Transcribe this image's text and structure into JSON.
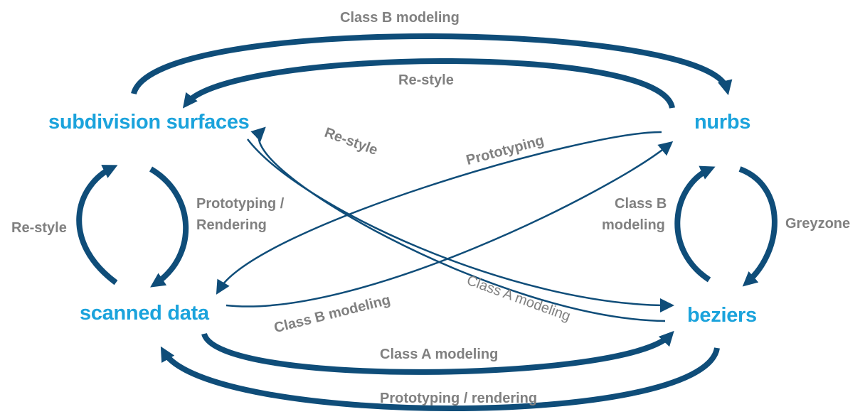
{
  "nodes": {
    "subdivision": "subdivision surfaces",
    "nurbs": "nurbs",
    "scanned": "scanned data",
    "beziers": "beziers"
  },
  "labels": {
    "top_outer": "Class B modeling",
    "top_inner": "Re-style",
    "left_outer": "Re-style",
    "left_inner_1": "Prototyping /",
    "left_inner_2": "Rendering",
    "right_inner_1": "Class B",
    "right_inner_2": "modeling",
    "right_outer": "Greyzone",
    "bottom_inner": "Class A modeling",
    "bottom_outer": "Prototyping / rendering",
    "diag_restyle": "Re-style",
    "diag_prototyping": "Prototyping",
    "diag_classb": "Class B modeling",
    "diag_classa": "Class A modeling"
  },
  "colors": {
    "node_text": "#1ba3dc",
    "label_text": "#808080",
    "arrow": "#0f4d79"
  }
}
